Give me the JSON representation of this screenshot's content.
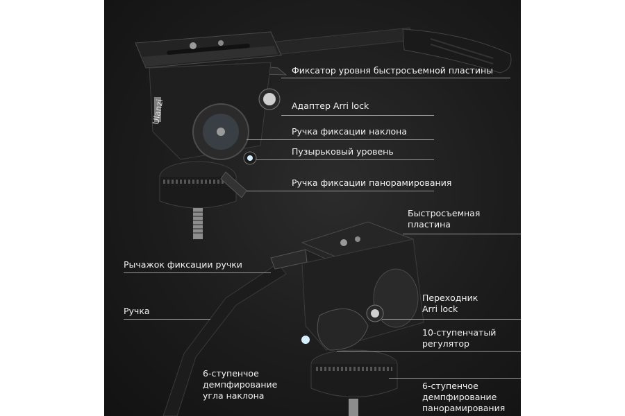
{
  "top_callouts": [
    {
      "text": "Фиксатор уровня быстросъемной пластины"
    },
    {
      "text": "Адаптер Arri lock"
    },
    {
      "text": "Ручка фиксации наклона"
    },
    {
      "text": "Пузырьковый уровень"
    },
    {
      "text": "Ручка фиксации панорамирования"
    }
  ],
  "bottom_callouts": {
    "quick_plate": [
      "Быстросъемная",
      "пластина"
    ],
    "lever": "Рычажок фиксации ручки",
    "handle": "Ручка",
    "arri": [
      "Переходник",
      "Arri lock"
    ],
    "ten_step": [
      "10-ступенчатый",
      "регулятор"
    ],
    "tilt_damping": [
      "6-ступенчое",
      "демпфирование",
      "угла наклона"
    ],
    "pan_damping": [
      "6-ступенчое",
      "демпфирование",
      "панорамирования"
    ]
  },
  "brand": "Ulanzi",
  "colors": {
    "background": "#1c1c1c",
    "text": "#f2f2f2",
    "line": "#9a9a9a"
  }
}
